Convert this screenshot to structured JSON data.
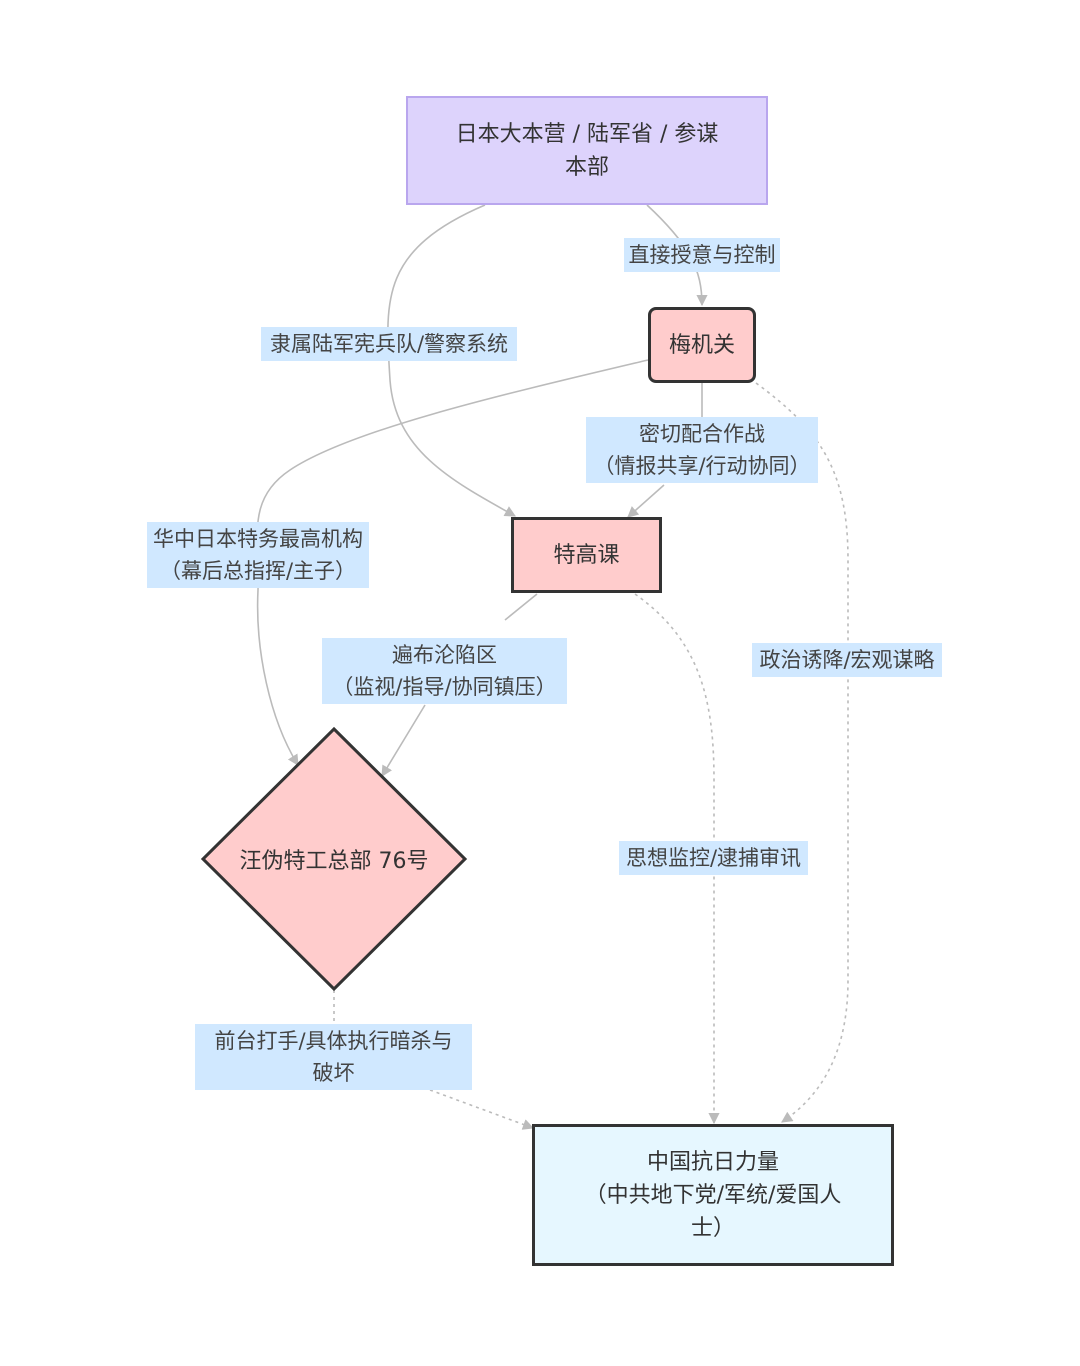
{
  "colors": {
    "hq_fill": "#ddd3fc",
    "hq_border": "#b9a6ee",
    "japan_org_fill": "#ffcccc",
    "target_fill": "#e6f7ff",
    "node_border": "#333333",
    "edge_label_bg": "#d0e8ff",
    "edge_line": "#bbbbbb"
  },
  "nodes": {
    "hq": {
      "lines": [
        "日本大本营 / 陆军省 / 参谋",
        "本部"
      ]
    },
    "ume": {
      "label": "梅机关"
    },
    "tokko": {
      "label": "特高课"
    },
    "n76": {
      "label": "汪伪特工总部 76号"
    },
    "cn": {
      "lines": [
        "中国抗日力量",
        "（中共地下党/军统/爱国人",
        "士）"
      ]
    }
  },
  "edges": {
    "hq_ume": {
      "lines": [
        "直接授意与控制"
      ]
    },
    "hq_tk": {
      "lines": [
        "隶属陆军宪兵队/警察系统"
      ]
    },
    "ume_tk": {
      "lines": [
        "密切配合作战",
        "（情报共享/行动协同）"
      ]
    },
    "ume_76": {
      "lines": [
        "华中日本特务最高机构",
        "（幕后总指挥/主子）"
      ]
    },
    "tk_76": {
      "lines": [
        "遍布沦陷区",
        "（监视/指导/协同镇压）"
      ]
    },
    "ume_cn": {
      "lines": [
        "政治诱降/宏观谋略"
      ]
    },
    "tk_cn": {
      "lines": [
        "思想监控/逮捕审讯"
      ]
    },
    "n76_cn": {
      "lines": [
        "前台打手/具体执行暗杀与",
        "破坏"
      ]
    }
  }
}
